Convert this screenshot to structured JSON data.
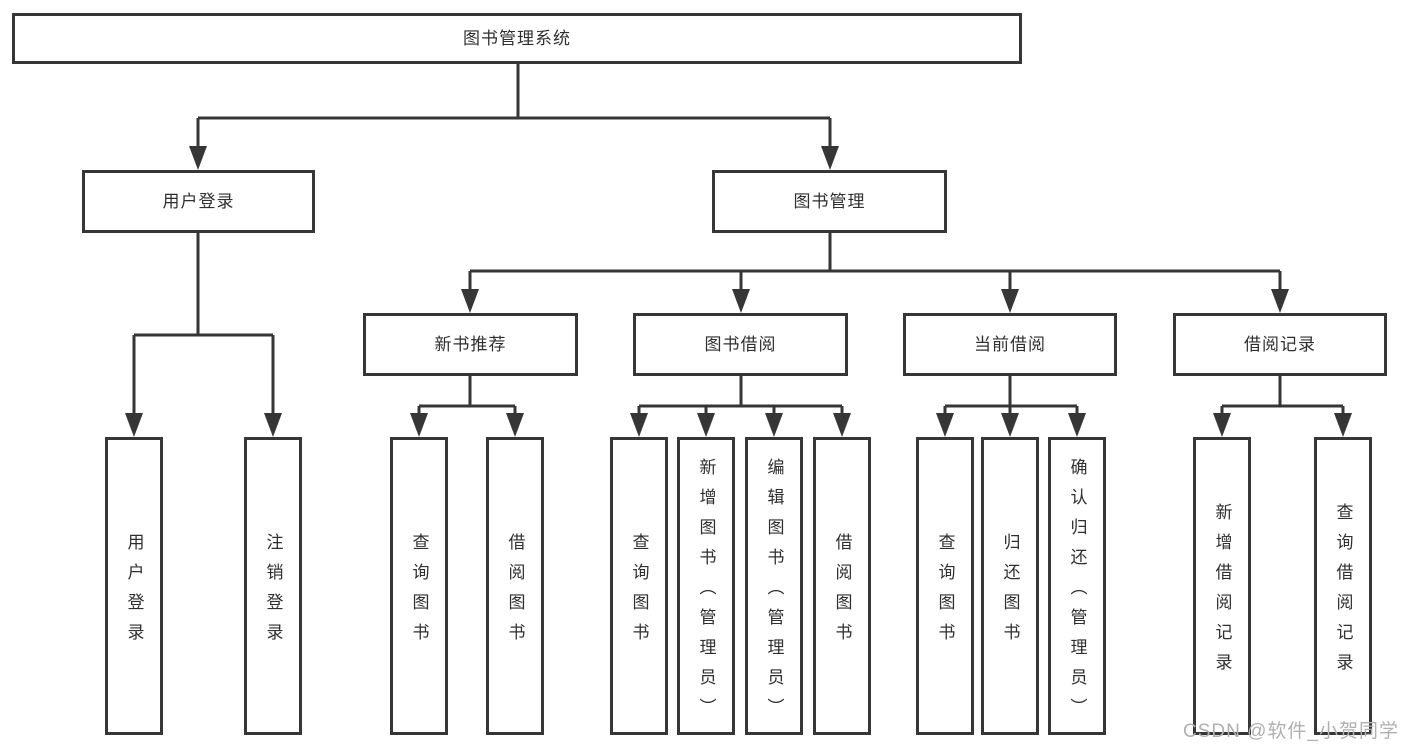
{
  "nodes": {
    "root": "图书管理系统",
    "l2_user_login": "用户登录",
    "l2_book_mgmt": "图书管理",
    "l3_new_books": "新书推荐",
    "l3_borrow": "图书借阅",
    "l3_current": "当前借阅",
    "l3_history": "借阅记录",
    "leaf_user_login": "用户登录",
    "leaf_logout": "注销登录",
    "leaf_nb_query": "查询图书",
    "leaf_nb_borrow": "借阅图书",
    "leaf_bb_query": "查询图书",
    "leaf_bb_add": "新增图书（管理员）",
    "leaf_bb_edit": "编辑图书（管理员）",
    "leaf_bb_borrow": "借阅图书",
    "leaf_cb_query": "查询图书",
    "leaf_cb_return": "归还图书",
    "leaf_cb_confirm": "确认归还（管理员）",
    "leaf_hist_add": "新增借阅记录",
    "leaf_hist_query": "查询借阅记录"
  },
  "hierarchy": {
    "root": "图书管理系统",
    "children": [
      {
        "label": "用户登录",
        "children": [
          "用户登录",
          "注销登录"
        ]
      },
      {
        "label": "图书管理",
        "children": [
          {
            "label": "新书推荐",
            "children": [
              "查询图书",
              "借阅图书"
            ]
          },
          {
            "label": "图书借阅",
            "children": [
              "查询图书",
              "新增图书（管理员）",
              "编辑图书（管理员）",
              "借阅图书"
            ]
          },
          {
            "label": "当前借阅",
            "children": [
              "查询图书",
              "归还图书",
              "确认归还（管理员）"
            ]
          },
          {
            "label": "借阅记录",
            "children": [
              "新增借阅记录",
              "查询借阅记录"
            ]
          }
        ]
      }
    ]
  },
  "watermark": "CSDN @软件_小贺同学",
  "colors": {
    "line": "#363636",
    "box_border": "#363636",
    "text": "#2f2f2f",
    "watermark": "#b0b0b0",
    "background": "#ffffff"
  }
}
